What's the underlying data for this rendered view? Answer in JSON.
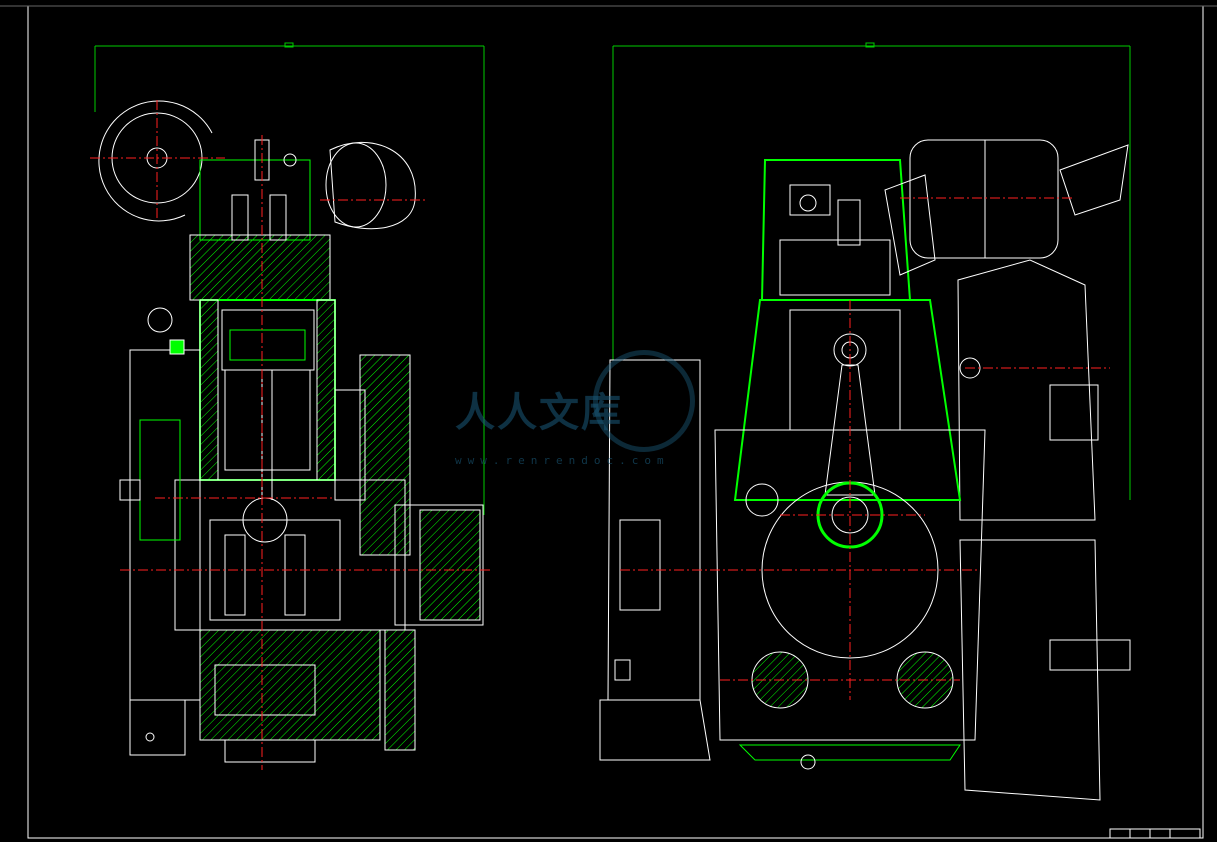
{
  "drawing": {
    "colors": {
      "background": "#000000",
      "outline": "#ffffff",
      "section": "#00ff00",
      "center": "#ff2020",
      "frame": "#00cc00"
    },
    "views": [
      "front-section-view",
      "side-section-view"
    ]
  },
  "watermark": {
    "text": "人人文库",
    "url": "www.renrendoc.com"
  }
}
